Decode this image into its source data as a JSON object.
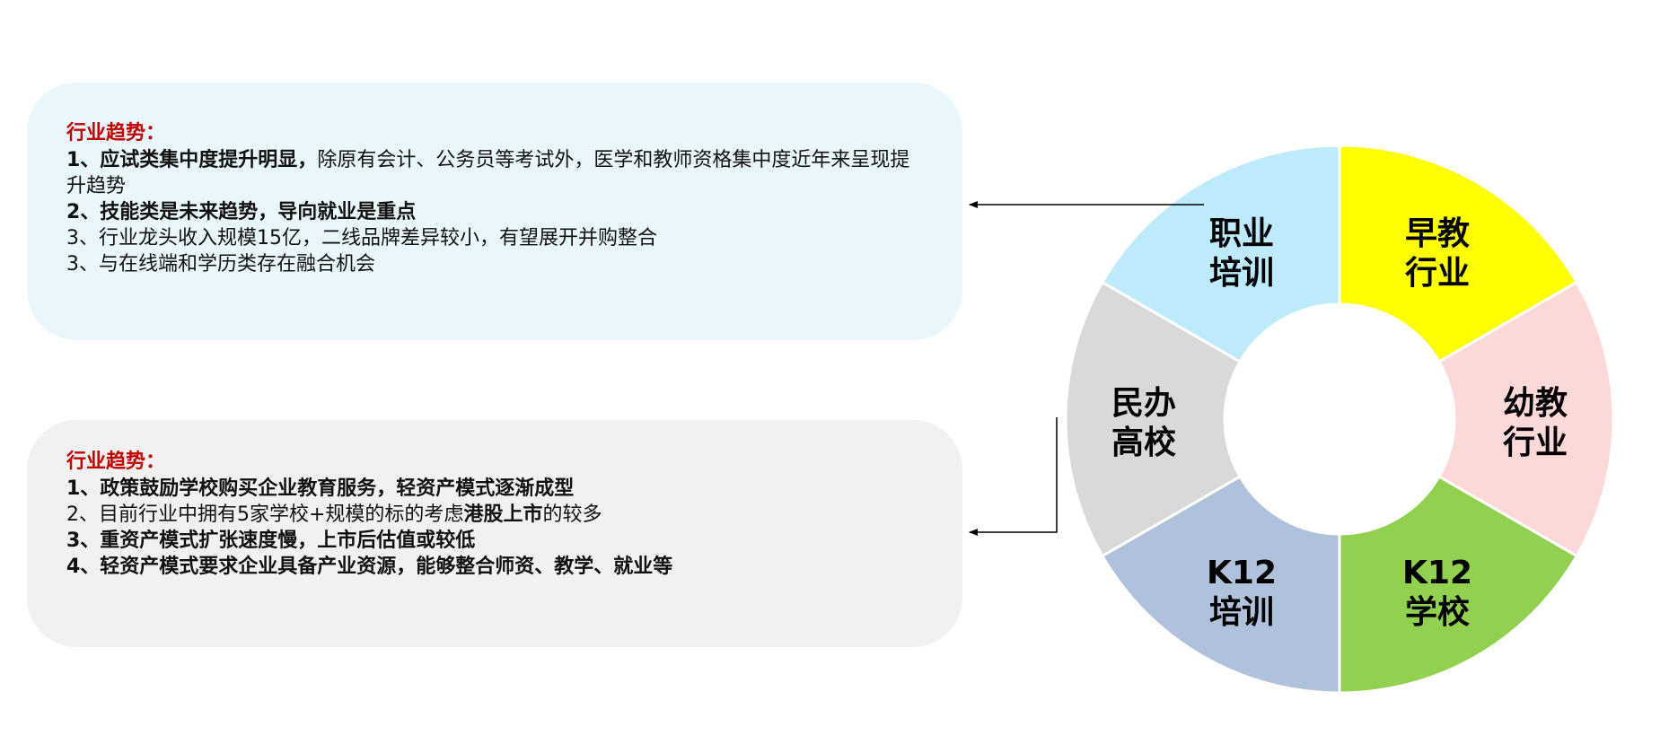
{
  "top_box": {
    "title": "行业趋势：",
    "lines": [
      {
        "bold": "1、应试类集中度提升明显，",
        "normal": "除原有会计、公务员等考试外，医学和教师资格集中度近年来呈现提升趋势"
      },
      {
        "bold": "2、技能类是未来趋势，导向就业是重点",
        "normal": ""
      },
      {
        "bold": "",
        "normal": "3、行业龙头收入规模15亿，二线品牌差异较小，有望展开并购整合"
      },
      {
        "bold": "",
        "normal": "3、与在线端和学历类存在融合机会"
      }
    ]
  },
  "bottom_box": {
    "title": "行业趋势：",
    "lines": [
      {
        "bold": "1、政策鼓励学校购买企业教育服务，轻资产模式逐渐成型",
        "normal": "",
        "tail_bold": "",
        "tail": ""
      },
      {
        "bold": "",
        "normal": "2、目前行业中拥有5家学校+规模的标的考虑",
        "tail_bold": "港股上市",
        "tail": "的较多"
      },
      {
        "bold": "3、重资产模式扩张速度慢，上市后估值或较低",
        "normal": "",
        "tail_bold": "",
        "tail": ""
      },
      {
        "bold": "4、轻资产模式要求企业具备产业资源，能够整合师资、教学、就业等",
        "normal": "",
        "tail_bold": "",
        "tail": ""
      }
    ]
  },
  "donut": {
    "segments": [
      {
        "line1": "早教",
        "line2": "行业",
        "color": "#ffff00"
      },
      {
        "line1": "幼教",
        "line2": "行业",
        "color": "#fdd8d9"
      },
      {
        "line1": "K12",
        "line2": "学校",
        "color": "#92d050"
      },
      {
        "line1": "K12",
        "line2": "培训",
        "color": "#b0c1dc"
      },
      {
        "line1": "民办",
        "line2": "高校",
        "color": "#d9d9d9"
      },
      {
        "line1": "职业",
        "line2": "培训",
        "color": "#bdebfc"
      }
    ]
  }
}
